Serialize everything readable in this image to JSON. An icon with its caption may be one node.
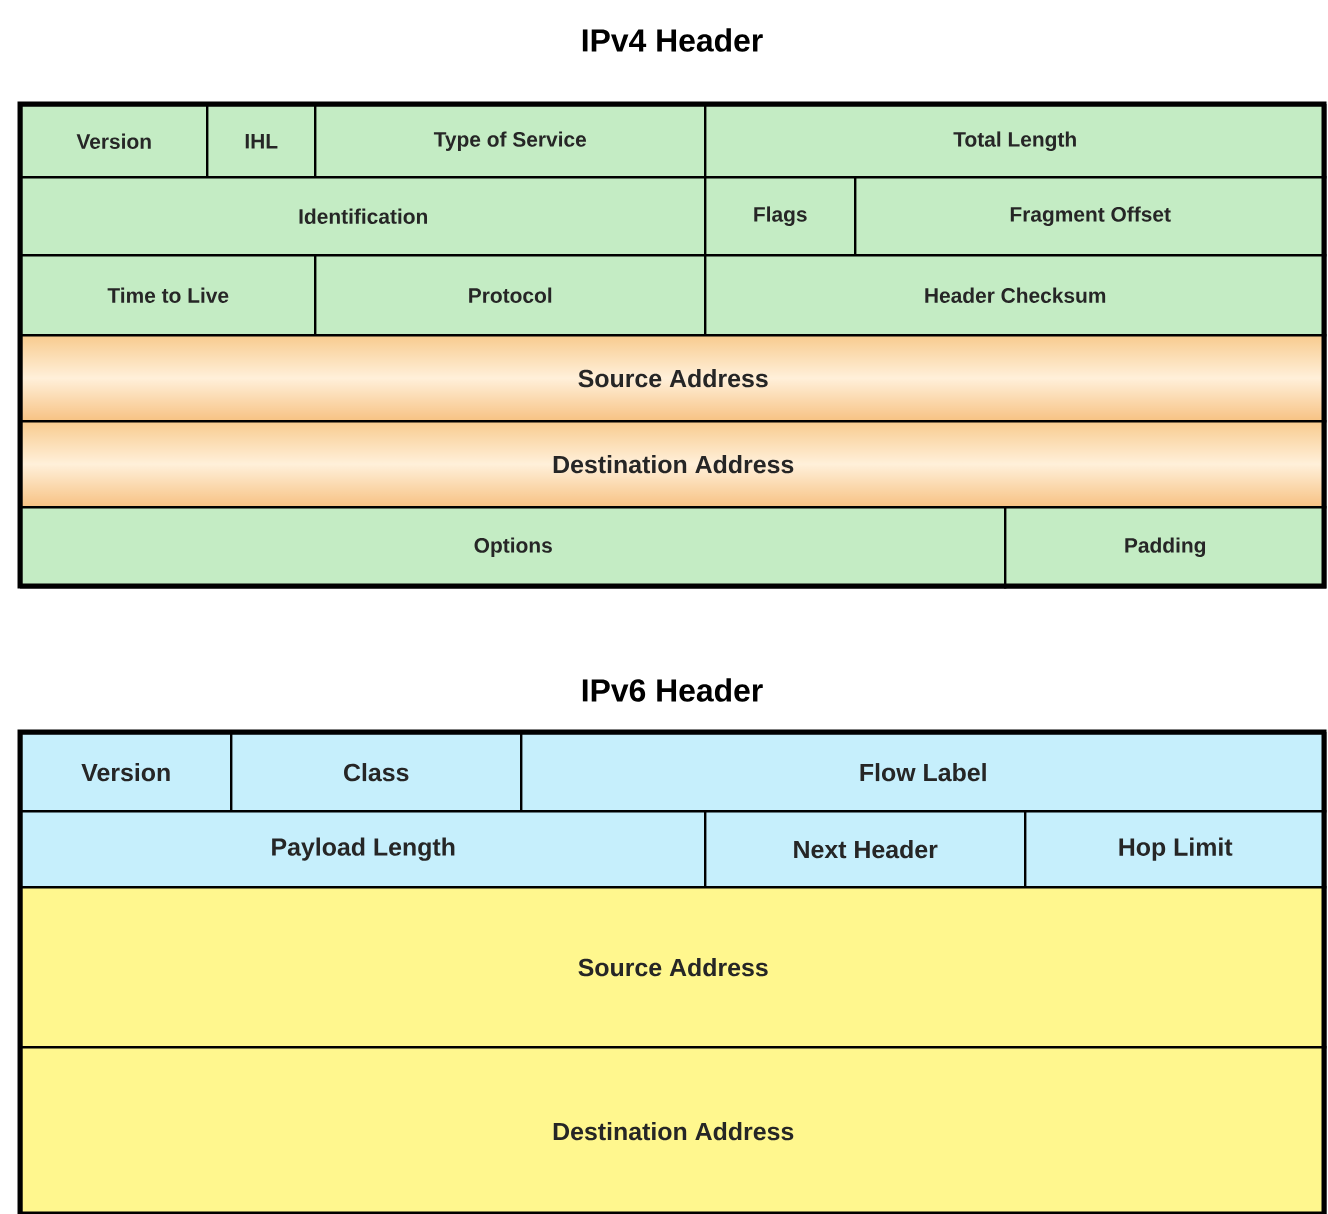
{
  "diagram": {
    "nodes": [
      {
        "text": [
          "Version"
        ]
      },
      {
        "text": [
          "IHL"
        ]
      },
      {
        "text": [
          "Type of Service"
        ]
      },
      {
        "text": [
          "Total Length"
        ]
      },
      {
        "text": [
          "Identification"
        ]
      },
      {
        "text": [
          "Flags"
        ]
      },
      {
        "text": [
          "Fragment Offset"
        ]
      },
      {
        "text": [
          "Time to Live"
        ]
      },
      {
        "text": [
          "Protocol"
        ]
      },
      {
        "text": [
          "Header Checksum"
        ]
      },
      {
        "text": [
          "Source Address"
        ]
      },
      {
        "text": [
          "Destination Address"
        ]
      },
      {
        "text": [
          "Options"
        ]
      },
      {
        "text": [
          "Padding"
        ]
      },
      {
        "text": [
          "Version"
        ]
      },
      {
        "text": [
          "Class"
        ]
      },
      {
        "text": [
          "Flow Label"
        ]
      },
      {
        "text": [
          "Payload Length"
        ]
      },
      {
        "text": [
          "Next Header"
        ]
      },
      {
        "text": [
          "Hop Limit"
        ]
      },
      {
        "text": [
          "Source Address"
        ]
      },
      {
        "text": [
          "Destination Address"
        ]
      }
    ],
    "labels": [
      "IPv4 Header",
      "IPv6 Header"
    ]
  }
}
